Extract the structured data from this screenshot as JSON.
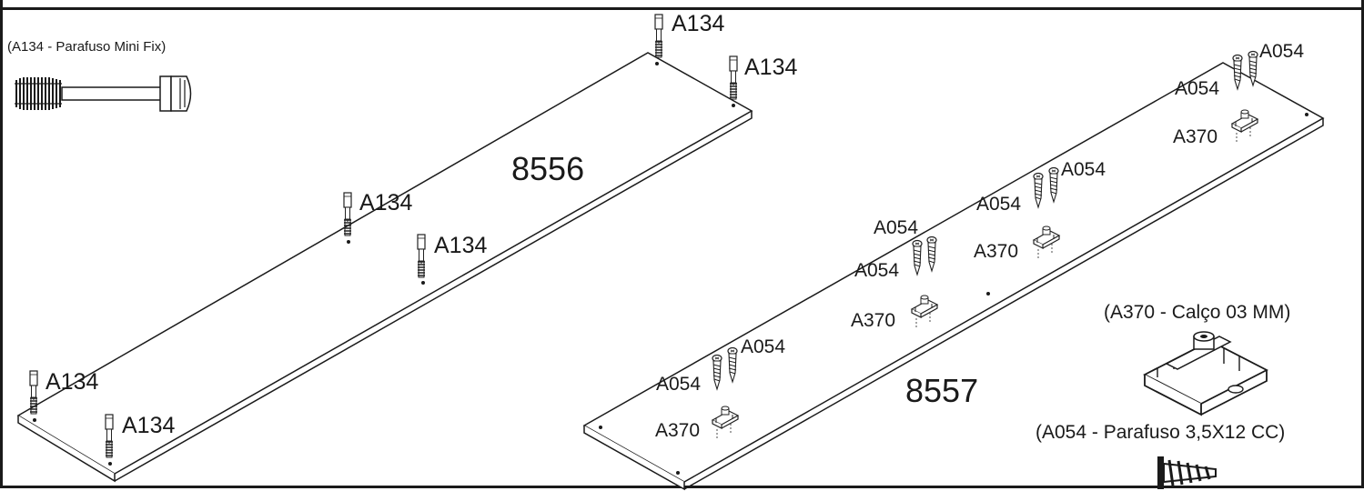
{
  "legend": {
    "mini_fix": "(A134 - Parafuso Mini Fix)",
    "shim": "(A370 - Calço  03 MM)",
    "screw": "(A054 - Parafuso 3,5X12 CC)"
  },
  "panels": {
    "left_code": "8556",
    "right_code": "8557"
  },
  "labels": {
    "a134": "A134",
    "a054": "A054",
    "a370": "A370"
  }
}
